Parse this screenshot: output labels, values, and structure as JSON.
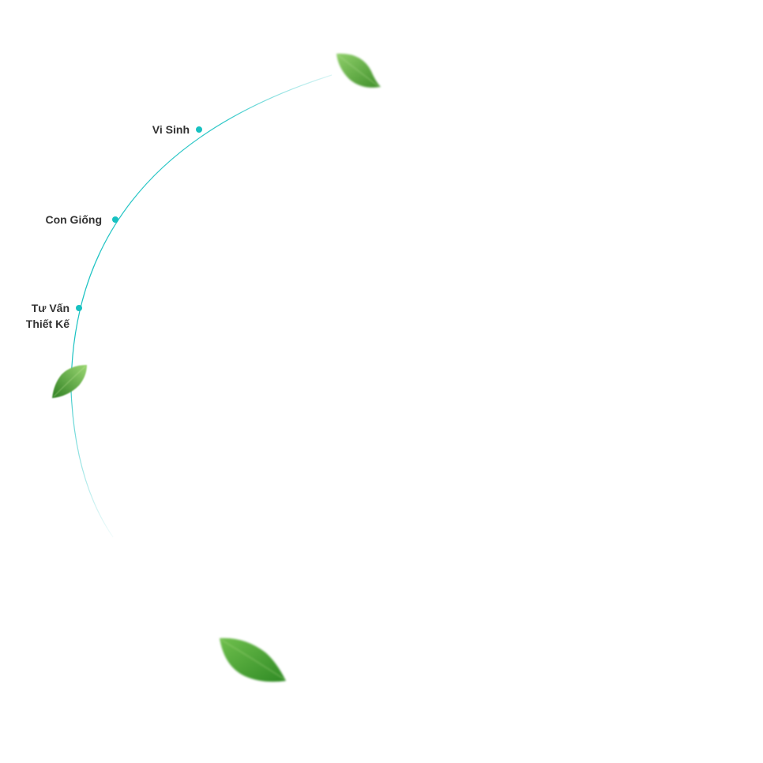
{
  "colors": {
    "accent": "#17c1c1",
    "label": "#333333",
    "leaf_light": "#8fcf6a",
    "leaf_dark": "#3f8f2a"
  },
  "nav": {
    "items": [
      {
        "label": "Vi Sinh"
      },
      {
        "label": "Con Giống"
      },
      {
        "label_line1": "Tư Vấn",
        "label_line2": "Thiết Kế"
      }
    ]
  },
  "decor": {
    "leaves": [
      "leaf-icon",
      "leaf-icon",
      "leaf-icon"
    ]
  }
}
